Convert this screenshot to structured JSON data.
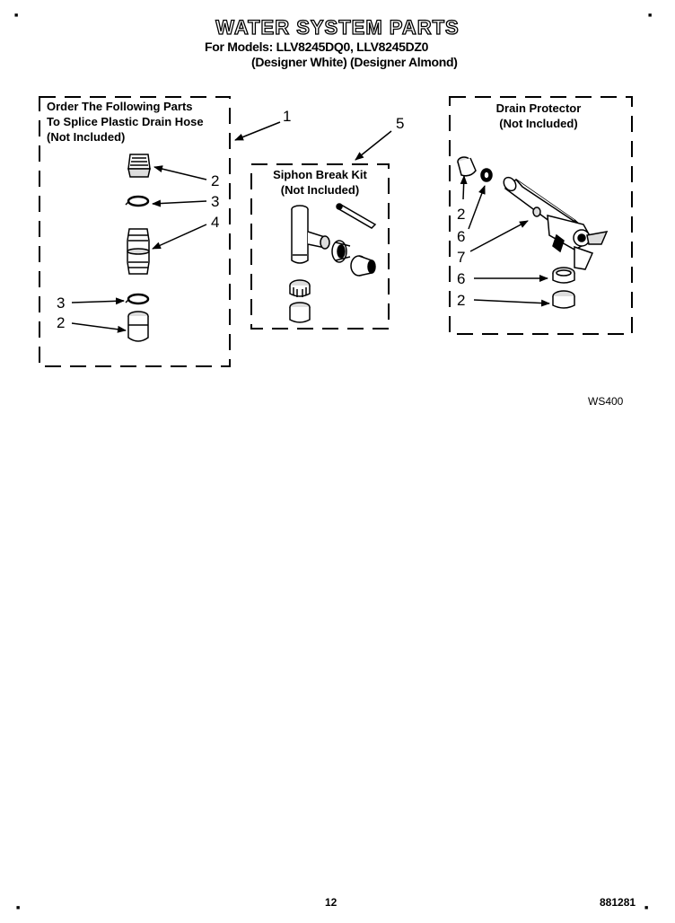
{
  "header": {
    "title": "WATER SYSTEM PARTS",
    "models": "For Models: LLV8245DQ0, LLV8245DZ0",
    "colors": "(Designer White)  (Designer Almond)"
  },
  "groups": {
    "splice": {
      "line1": "Order The Following Parts",
      "line2": "To Splice Plastic Drain Hose",
      "line3": "(Not Included)"
    },
    "siphon": {
      "line1": "Siphon Break Kit",
      "line2": "(Not Included)"
    },
    "drain": {
      "line1": "Drain Protector",
      "line2": "(Not Included)"
    }
  },
  "callouts": {
    "c1": "1",
    "c2a": "2",
    "c3a": "3",
    "c4": "4",
    "c3b": "3",
    "c2b": "2",
    "c5": "5",
    "c2c": "2",
    "c6a": "6",
    "c7": "7",
    "c6b": "6",
    "c2d": "2"
  },
  "footer": {
    "diagram_code": "WS400",
    "page_number": "12",
    "doc_number": "881281"
  }
}
